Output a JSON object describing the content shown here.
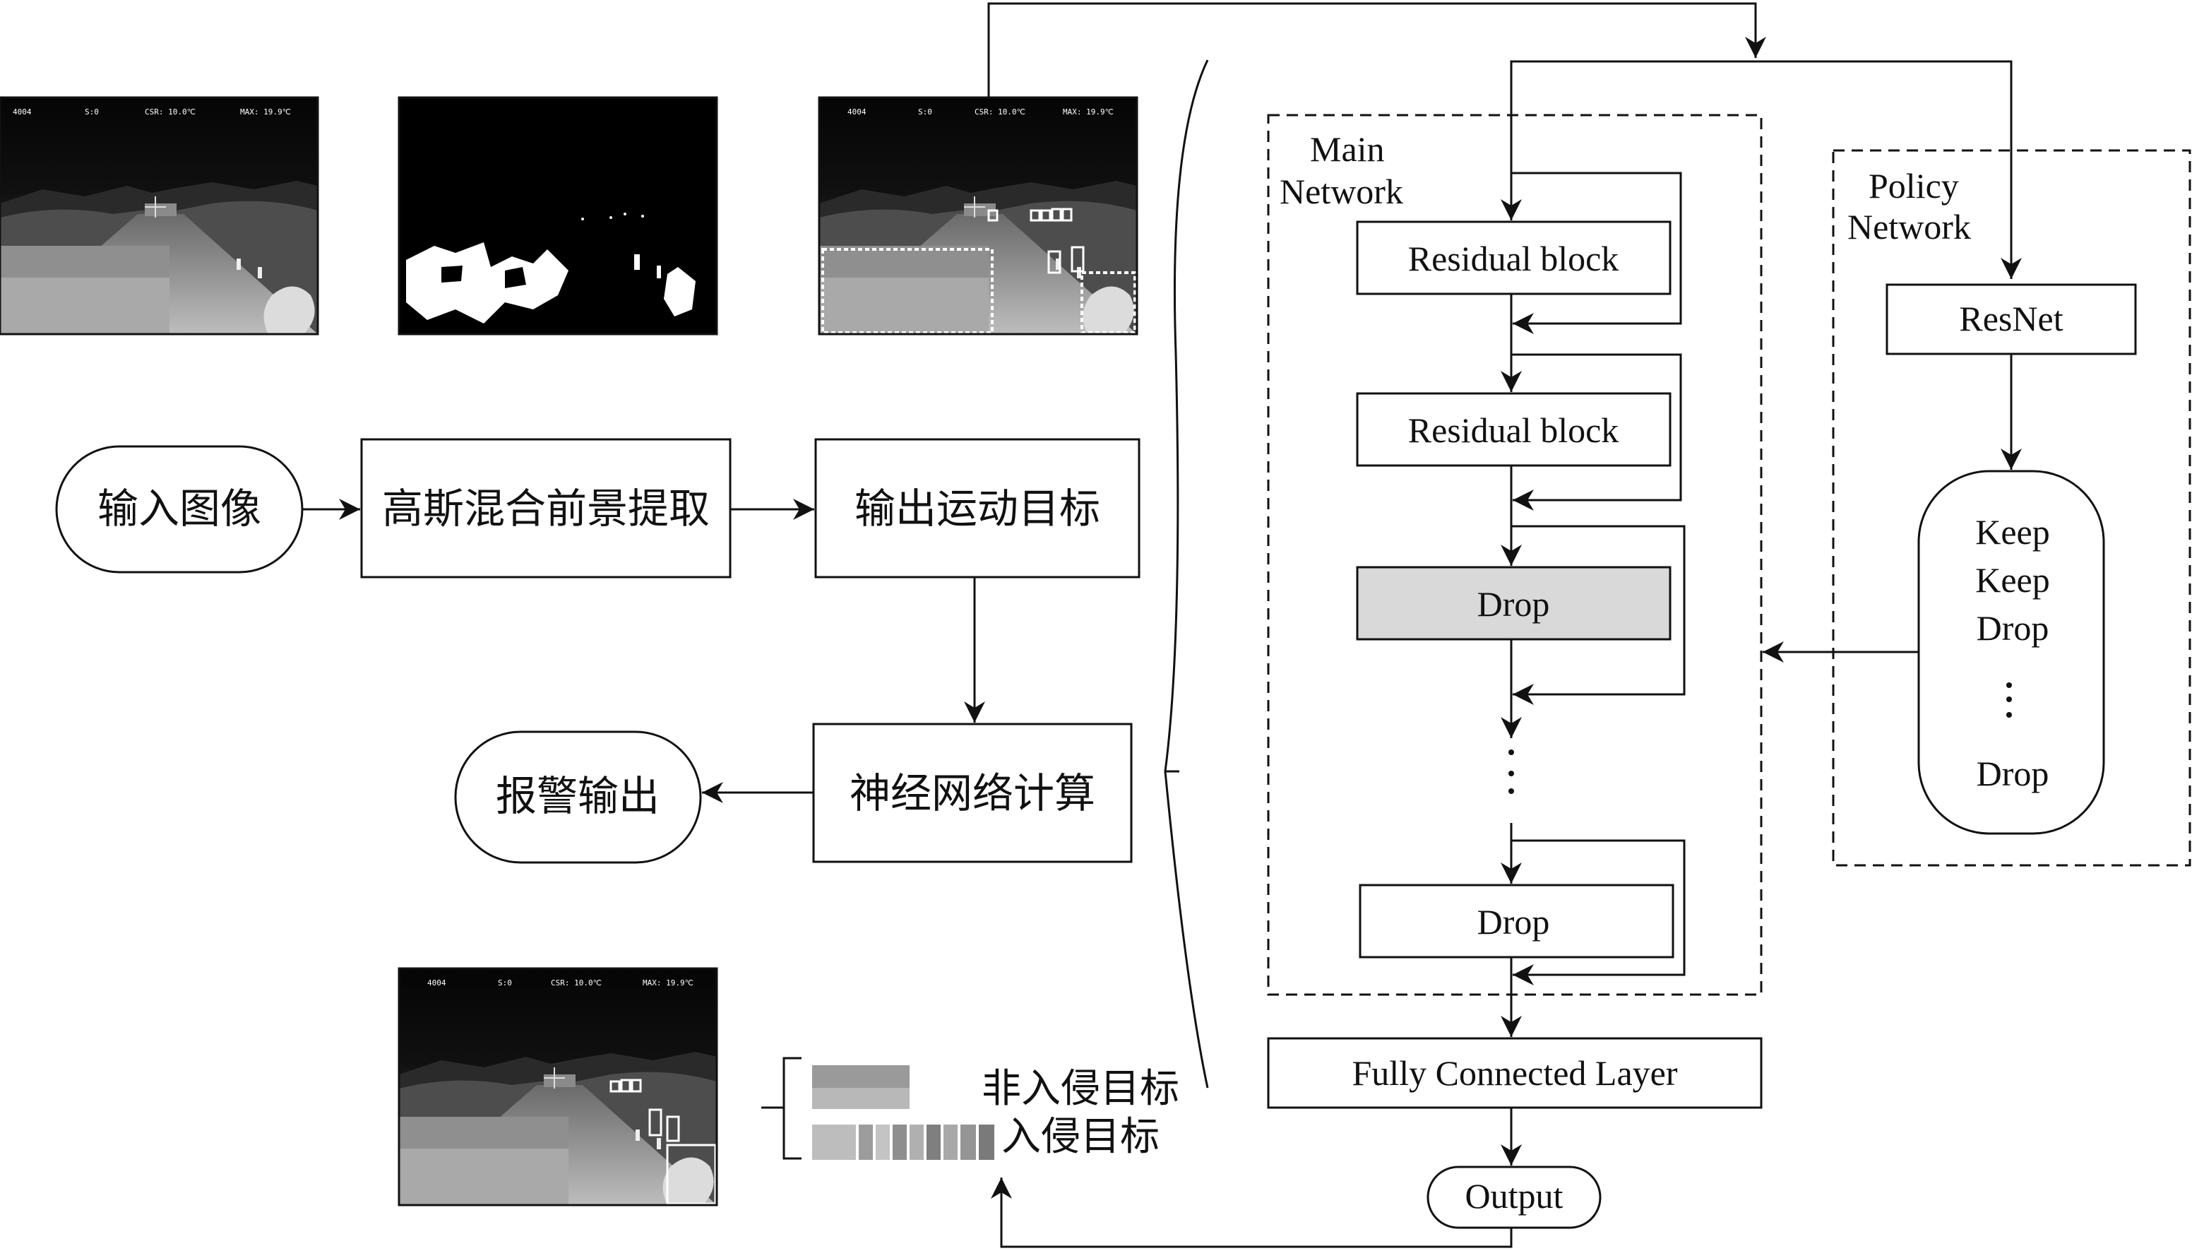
{
  "flow": {
    "input": "输入图像",
    "gmm": "高斯混合前景提取",
    "moving": "输出运动目标",
    "nn": "神经网络计算",
    "alarm": "报警输出"
  },
  "network": {
    "main_title_1": "Main",
    "main_title_2": "Network",
    "policy_title_1": "Policy",
    "policy_title_2": "Network",
    "residual1": "Residual block",
    "residual2": "Residual block",
    "drop1": "Drop",
    "drop2": "Drop",
    "resnet": "ResNet",
    "decisions": [
      "Keep",
      "Keep",
      "Drop",
      "Drop"
    ],
    "fc": "Fully Connected Layer",
    "output": "Output"
  },
  "legend": {
    "non_intrusion": "非入侵目标",
    "intrusion": "入侵目标"
  },
  "thermal_overlay": {
    "id": "4004",
    "s": "S:0",
    "csr": "CSR: 10.0℃",
    "max": "MAX: 19.9℃"
  },
  "colors": {
    "line": "#111111",
    "drop_fill": "#d9d9d9",
    "thermal_bg": "#0a0a0a"
  }
}
